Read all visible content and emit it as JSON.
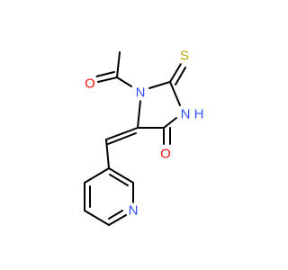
{
  "molecule": {
    "atoms": {
      "O1": {
        "symbol": "O",
        "color": "#ff0d0d"
      },
      "N1": {
        "symbol": "N",
        "color": "#3050f8"
      },
      "S1": {
        "symbol": "S",
        "color": "#b8a800"
      },
      "NH": {
        "symbol": "N",
        "color": "#3050f8"
      },
      "H1": {
        "symbol": "H",
        "color": "#3050f8"
      },
      "O2": {
        "symbol": "O",
        "color": "#ff0d0d"
      },
      "N2": {
        "symbol": "N",
        "color": "#3050f8"
      }
    },
    "bond_color": "#000000"
  }
}
